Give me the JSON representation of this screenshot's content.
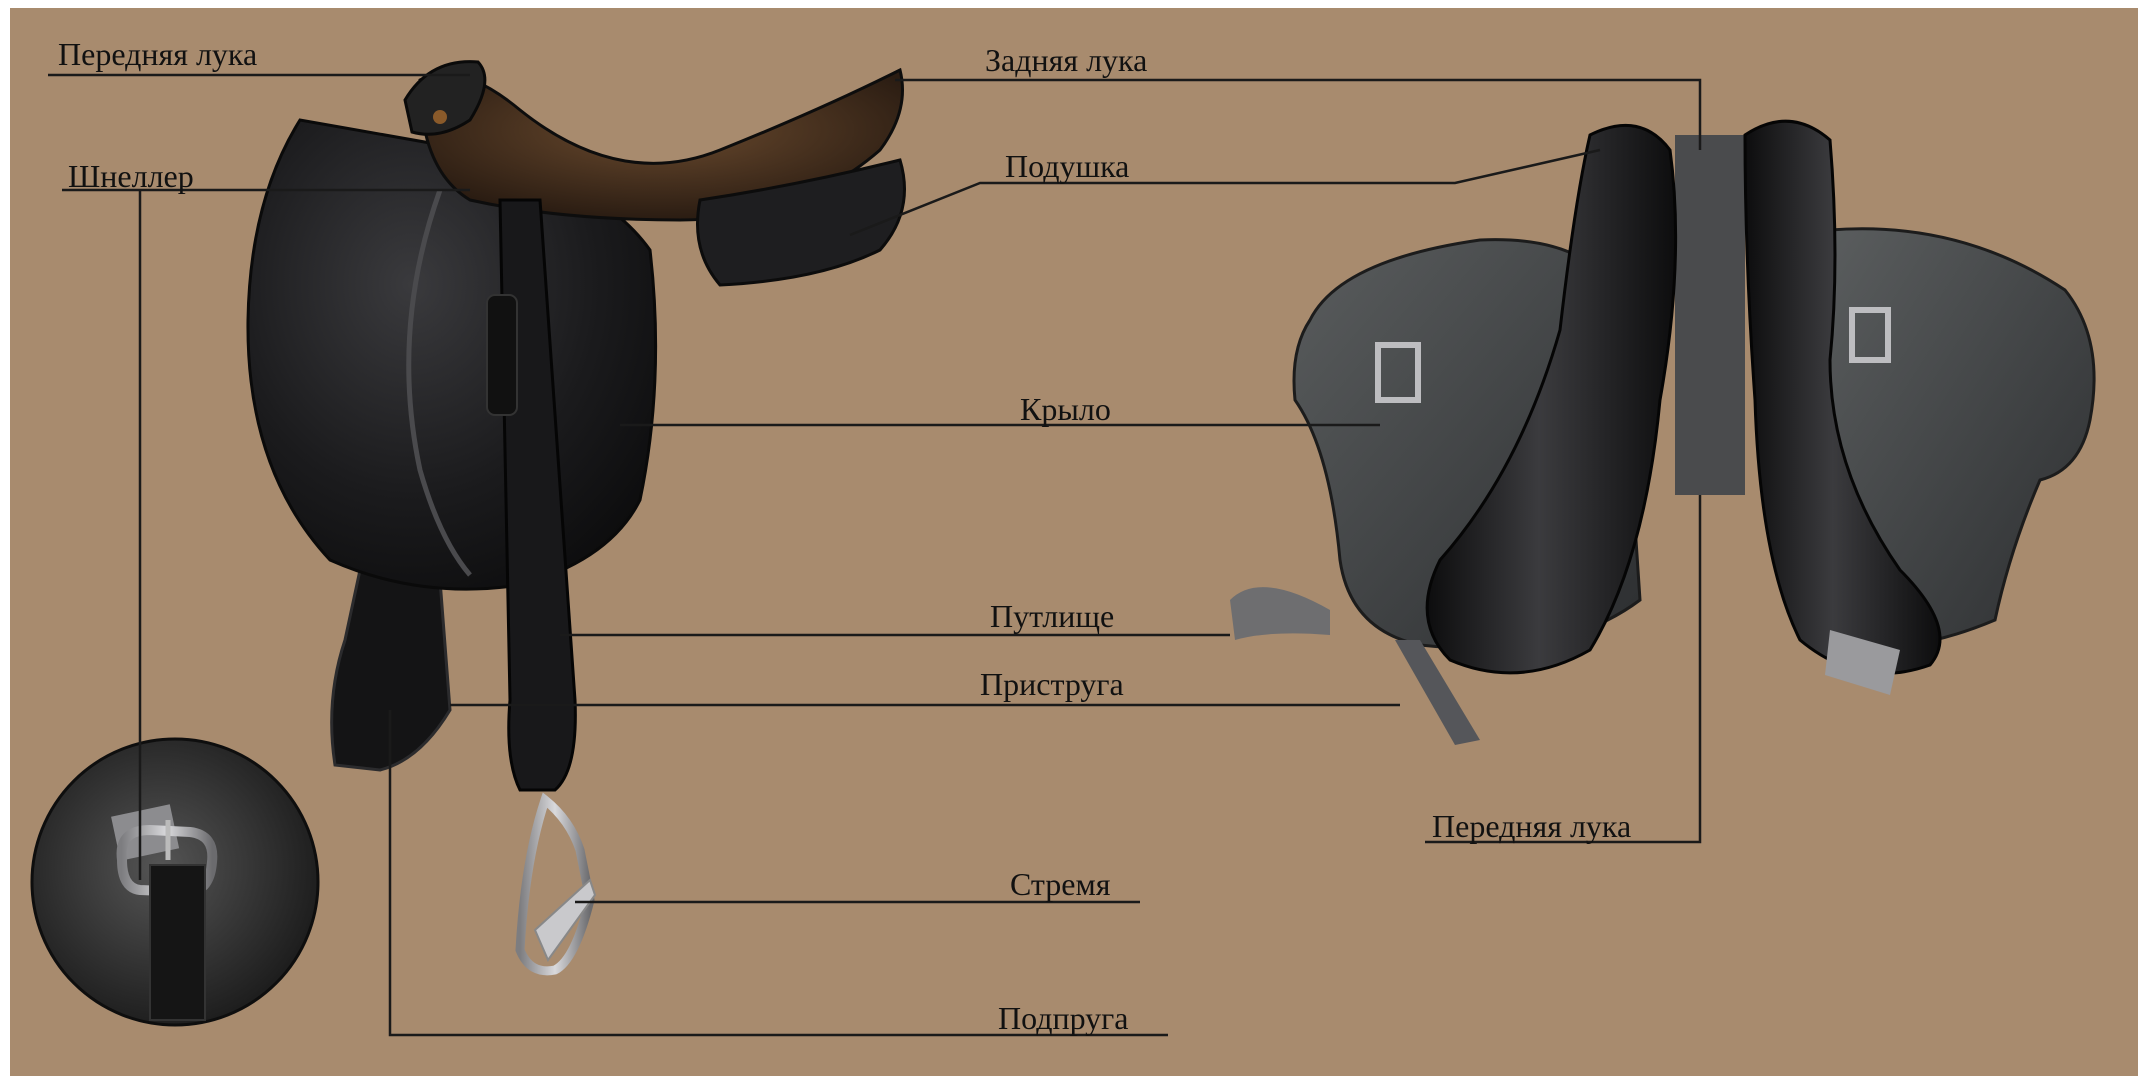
{
  "colors": {
    "background": "#a88b6e",
    "leader_lines": "#1a1a1a",
    "leather": "#1b1b1d",
    "label_text": "#111111"
  },
  "labels": {
    "front_pommel_left": "Передняя лука",
    "cantle": "Задняя лука",
    "panel": "Подушка",
    "schneller": "Шнеллер",
    "flap": "Крыло",
    "stirrup_leather": "Путлище",
    "girth_strap": "Приструга",
    "front_pommel_bottom": "Передняя лука",
    "stirrup": "Стремя",
    "girth": "Подпруга"
  }
}
